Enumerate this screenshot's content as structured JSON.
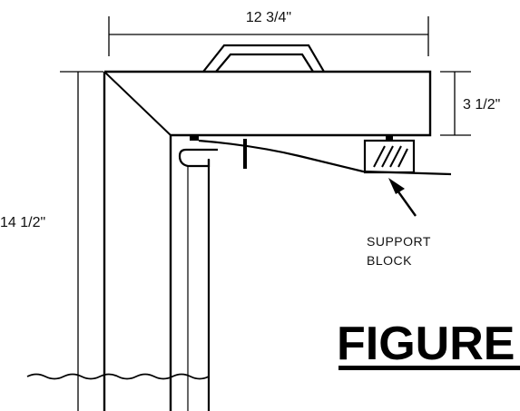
{
  "dimensions": {
    "width_label": "12 3/4\"",
    "top_height_label": "3 1/2\"",
    "total_height_label": "14 1/2\""
  },
  "callout": {
    "line1": "SUPPORT",
    "line2": "BLOCK"
  },
  "figure": {
    "title": "FIGURE"
  },
  "colors": {
    "ink": "#000000",
    "paper": "#ffffff"
  }
}
